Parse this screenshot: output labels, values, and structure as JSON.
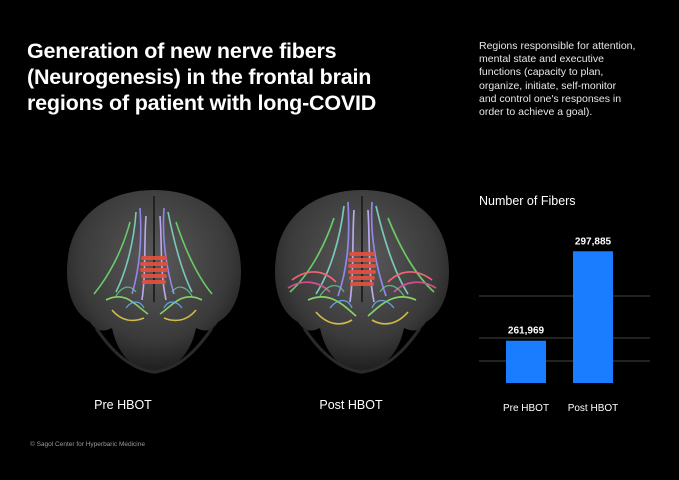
{
  "header": {
    "title_lines": [
      "Generation of new nerve fibers",
      "(Neurogenesis) in the frontal brain",
      "regions of patient with long-COVID"
    ],
    "description_lines": [
      "Regions responsible for attention,",
      "mental state and executive",
      "functions (capacity to plan,",
      "organize, initiate, self-monitor",
      "and control one's responses in",
      "order to achieve a goal)."
    ]
  },
  "images": {
    "pre_caption": "Pre HBOT",
    "post_caption": "Post HBOT"
  },
  "footer": {
    "credit": "© Sagol Center for Hyperbaric Medicine"
  },
  "colors": {
    "background": "#000000",
    "bar": "#1a7cff",
    "text": "#ffffff"
  },
  "chart_data": {
    "type": "bar",
    "title": "Number of Fibers",
    "categories": [
      "Pre HBOT",
      "Post HBOT"
    ],
    "values": [
      261969,
      297885
    ],
    "value_labels": [
      "261,969",
      "297,885"
    ],
    "ylim": [
      245000,
      300000
    ],
    "grid": true,
    "bar_color": "#1a7cff"
  }
}
